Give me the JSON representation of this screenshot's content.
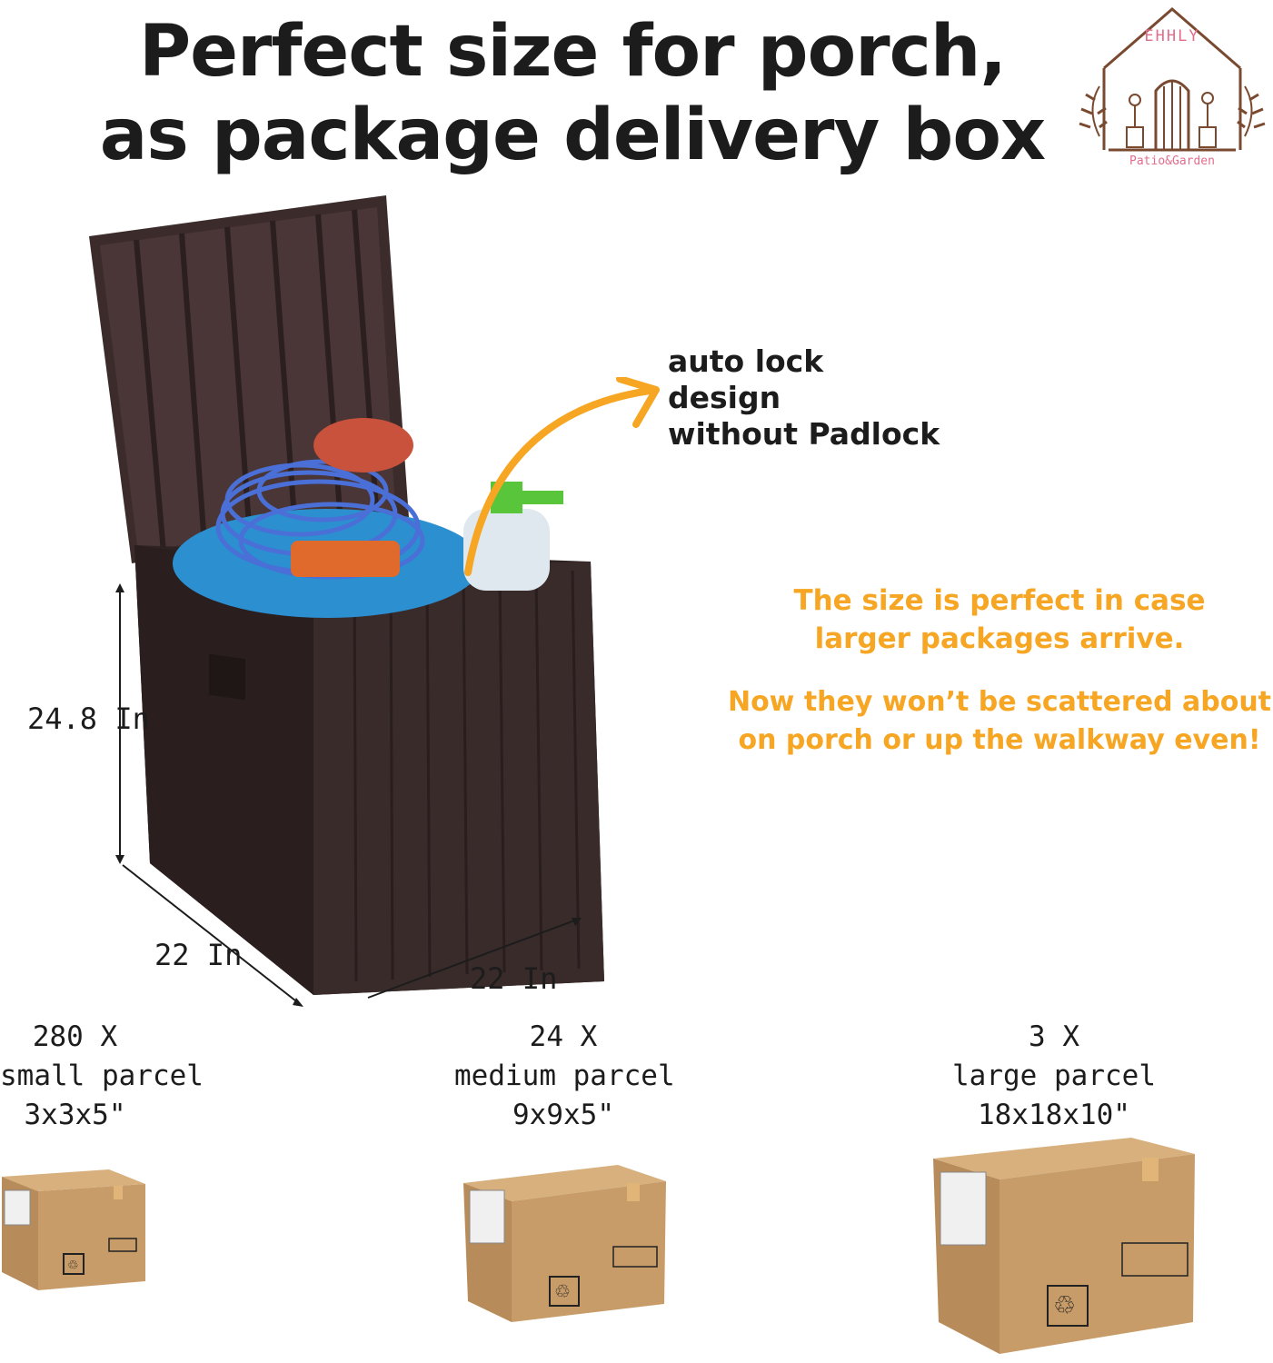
{
  "headline": {
    "line1": "Perfect size for porch,",
    "line2": "as package delivery box"
  },
  "logo": {
    "brand": "EHHLY",
    "tagline": "Patio&Garden"
  },
  "callout": {
    "line1": "auto lock design",
    "line2": "without Padlock"
  },
  "orange_text": {
    "p1_line1": "The size is perfect in case",
    "p1_line2": "larger packages arrive.",
    "p2_line1": "Now they won’t be scattered about",
    "p2_line2": "on porch or up the walkway even!"
  },
  "dimensions": {
    "height": "24.8 In",
    "depth": "22 In",
    "width": "22 In"
  },
  "parcels": [
    {
      "count": "280 X",
      "name": "small parcel",
      "size": "3x3x5\""
    },
    {
      "count": "24 X",
      "name": "medium parcel",
      "size": "9x9x5\""
    },
    {
      "count": "3 X",
      "name": "large parcel",
      "size": "18x18x10\""
    }
  ],
  "colors": {
    "box_dark": "#3a2a2a",
    "accent_orange": "#f6a623",
    "cardboard": "#c79c68",
    "logo_brown": "#7a4a30"
  }
}
